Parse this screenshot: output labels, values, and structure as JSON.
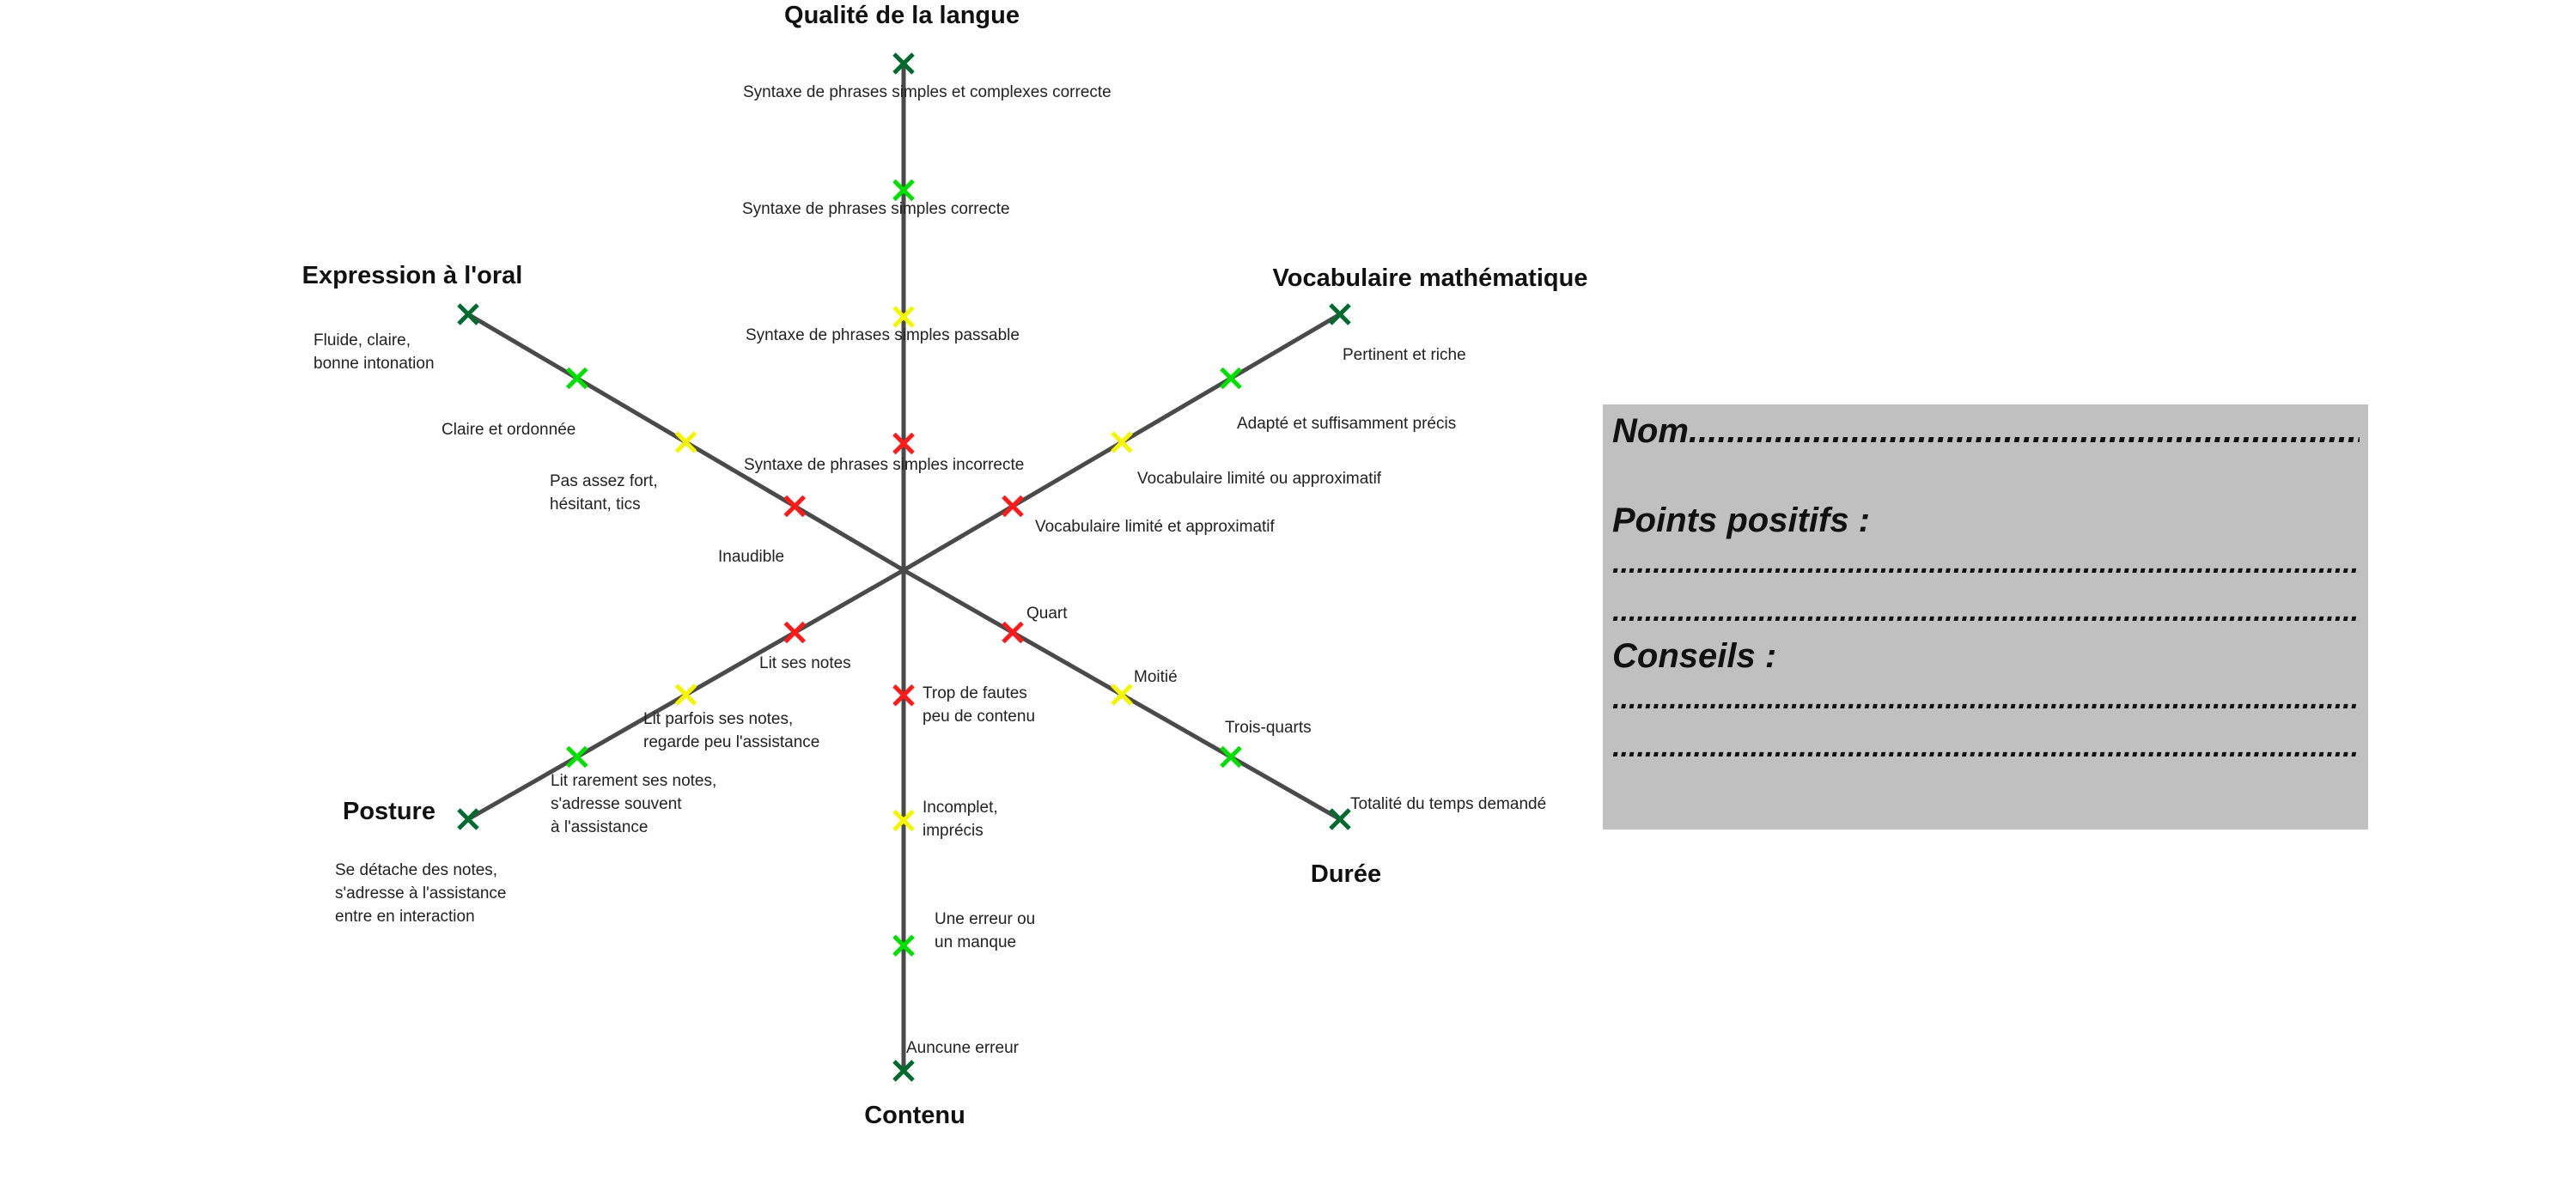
{
  "diagram": {
    "axes": [
      {
        "title": "Qualité de la langue",
        "levels": [
          {
            "color": "#006b2d",
            "label": "Syntaxe de phrases simples et complexes correcte"
          },
          {
            "color": "#00e000",
            "label": "Syntaxe de phrases simples correcte"
          },
          {
            "color": "#f5f500",
            "label": "Syntaxe de phrases simples passable"
          },
          {
            "color": "#ff1a1a",
            "label": "Syntaxe de phrases simples incorrecte"
          }
        ]
      },
      {
        "title": "Vocabulaire mathématique",
        "levels": [
          {
            "color": "#006b2d",
            "label": "Pertinent et riche"
          },
          {
            "color": "#00e000",
            "label": "Adapté et suffisamment précis"
          },
          {
            "color": "#f5f500",
            "label": "Vocabulaire limité ou approximatif"
          },
          {
            "color": "#ff1a1a",
            "label": "Vocabulaire limité et approximatif"
          }
        ]
      },
      {
        "title": "Durée",
        "levels": [
          {
            "color": "#006b2d",
            "label": "Totalité du temps demandé"
          },
          {
            "color": "#00e000",
            "label": "Trois-quarts"
          },
          {
            "color": "#f5f500",
            "label": "Moitié"
          },
          {
            "color": "#ff1a1a",
            "label": "Quart"
          }
        ]
      },
      {
        "title": "Contenu",
        "levels": [
          {
            "color": "#006b2d",
            "label": "Auncune erreur"
          },
          {
            "color": "#00e000",
            "label": "Une erreur ou\nun manque"
          },
          {
            "color": "#f5f500",
            "label": "Incomplet,\nimprécis"
          },
          {
            "color": "#ff1a1a",
            "label": "Trop de fautes\npeu de contenu"
          }
        ]
      },
      {
        "title": "Posture",
        "levels": [
          {
            "color": "#006b2d",
            "label": "Se détache des notes,\ns'adresse à l'assistance\nentre en interaction"
          },
          {
            "color": "#00e000",
            "label": "Lit rarement ses notes,\ns'adresse souvent\nà l'assistance"
          },
          {
            "color": "#f5f500",
            "label": "Lit parfois ses notes,\nregarde peu l'assistance"
          },
          {
            "color": "#ff1a1a",
            "label": "Lit ses notes"
          }
        ]
      },
      {
        "title": "Expression à l'oral",
        "levels": [
          {
            "color": "#006b2d",
            "label": "Fluide, claire,\nbonne intonation"
          },
          {
            "color": "#00e000",
            "label": "Claire et ordonnée"
          },
          {
            "color": "#f5f500",
            "label": "Pas assez fort,\nhésitant, tics"
          },
          {
            "color": "#ff1a1a",
            "label": "Inaudible"
          }
        ]
      }
    ]
  },
  "eval_box": {
    "nom": "Nom.........................................................................",
    "points_positifs": "Points positifs :",
    "pp_line1": "...............................................................................................",
    "pp_line2": "...............................................................................................",
    "conseils": "Conseils :",
    "c_line1": "................................................................................................",
    "c_line2": "................................................................................................"
  }
}
